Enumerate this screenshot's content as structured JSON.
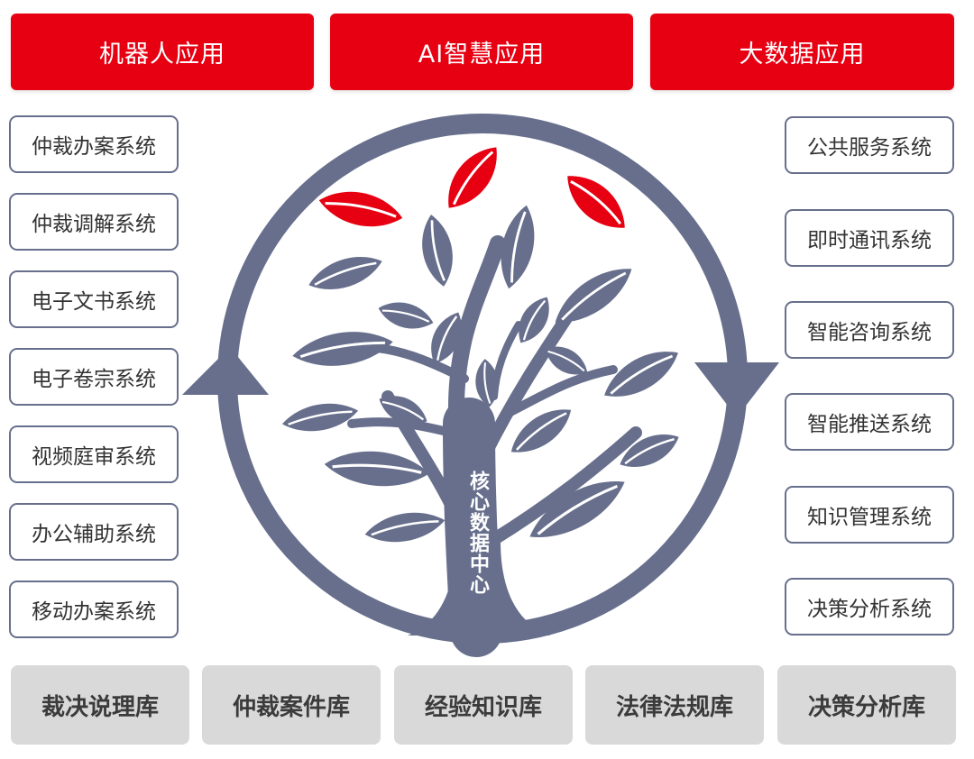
{
  "top_banners": [
    {
      "label": "机器人应用"
    },
    {
      "label": "AI智慧应用"
    },
    {
      "label": "大数据应用"
    }
  ],
  "left_systems": [
    {
      "label": "仲裁办案系统"
    },
    {
      "label": "仲裁调解系统"
    },
    {
      "label": "电子文书系统"
    },
    {
      "label": "电子卷宗系统"
    },
    {
      "label": "视频庭审系统"
    },
    {
      "label": "办公辅助系统"
    },
    {
      "label": "移动办案系统"
    }
  ],
  "right_systems": [
    {
      "label": "公共服务系统"
    },
    {
      "label": "即时通讯系统"
    },
    {
      "label": "智能咨询系统"
    },
    {
      "label": "智能推送系统"
    },
    {
      "label": "知识管理系统"
    },
    {
      "label": "决策分析系统"
    }
  ],
  "databases": [
    {
      "label": "裁决说理库"
    },
    {
      "label": "仲裁案件库"
    },
    {
      "label": "经验知识库"
    },
    {
      "label": "法律法规库"
    },
    {
      "label": "决策分析库"
    }
  ],
  "center": {
    "label": "核心数据中心"
  },
  "colors": {
    "accent_red": "#e60012",
    "slate": "#676f8c",
    "db_gray": "#d9d9d9"
  }
}
